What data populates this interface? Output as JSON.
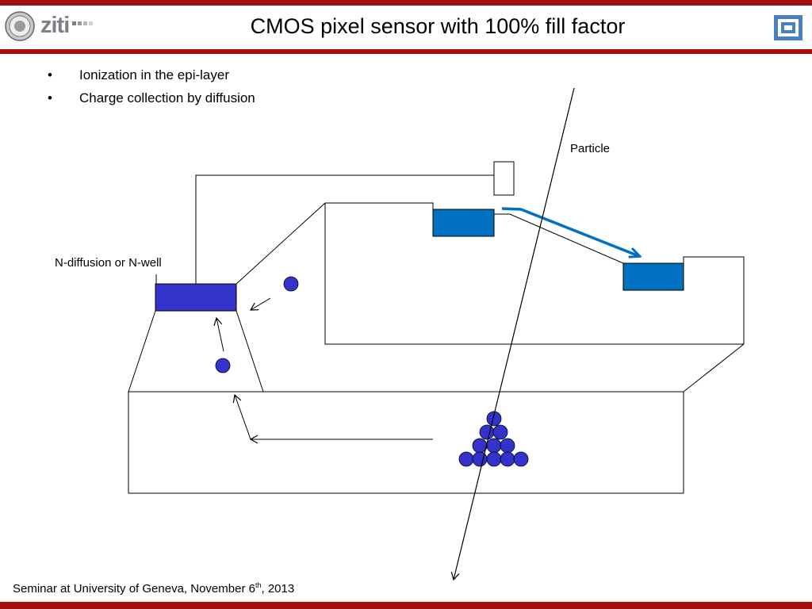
{
  "header": {
    "title": "CMOS pixel sensor with 100% fill factor",
    "left_logo_text": "ziti",
    "left_logo_icon": "university-seal-icon",
    "right_logo_icon": "institute-logo-icon"
  },
  "bullets": [
    {
      "text": "Ionization in the epi-layer"
    },
    {
      "text": "Charge collection by diffusion"
    }
  ],
  "diagram": {
    "particle_label": "Particle",
    "ndiff_label": "N-diffusion or N-well"
  },
  "footer": {
    "text": "Seminar at University of Geneva, November 6",
    "sup": "th",
    "suffix": ", 2013"
  },
  "colors": {
    "brand_red": "#a50e0e",
    "n_diffusion": "#3333cc",
    "n_well_blue": "#0070c0",
    "charge": "#3333cc"
  }
}
